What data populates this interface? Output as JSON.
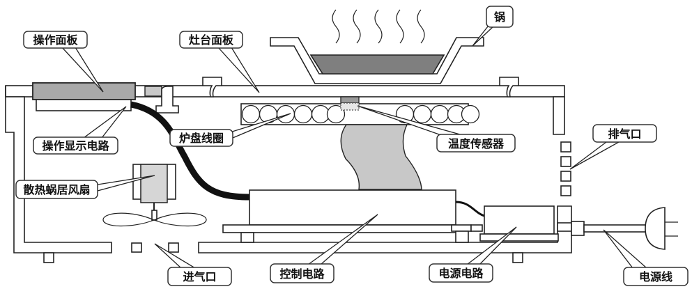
{
  "diagram": {
    "title": "电磁炉内部结构示意图",
    "labels": {
      "operation_panel": "操作面板",
      "stove_panel": "灶台面板",
      "pot": "锅",
      "display_circuit": "操作显示电路",
      "coil": "炉盘线圈",
      "temp_sensor": "温度传感器",
      "exhaust": "排气口",
      "fan": "散热蜗居风扇",
      "intake": "进气口",
      "control_circuit": "控制电路",
      "power_circuit": "电源电路",
      "power_cord": "电源线"
    },
    "colors": {
      "panel_gray": "#a9a9a9",
      "pot_fill": "#7f7f7f",
      "sensor_gray": "#9a9a9a",
      "heatsink_gray": "#c8c8c8",
      "fan_motor_gray": "#d6d6d6",
      "wire_black": "#111111",
      "outline": "#222222"
    }
  }
}
